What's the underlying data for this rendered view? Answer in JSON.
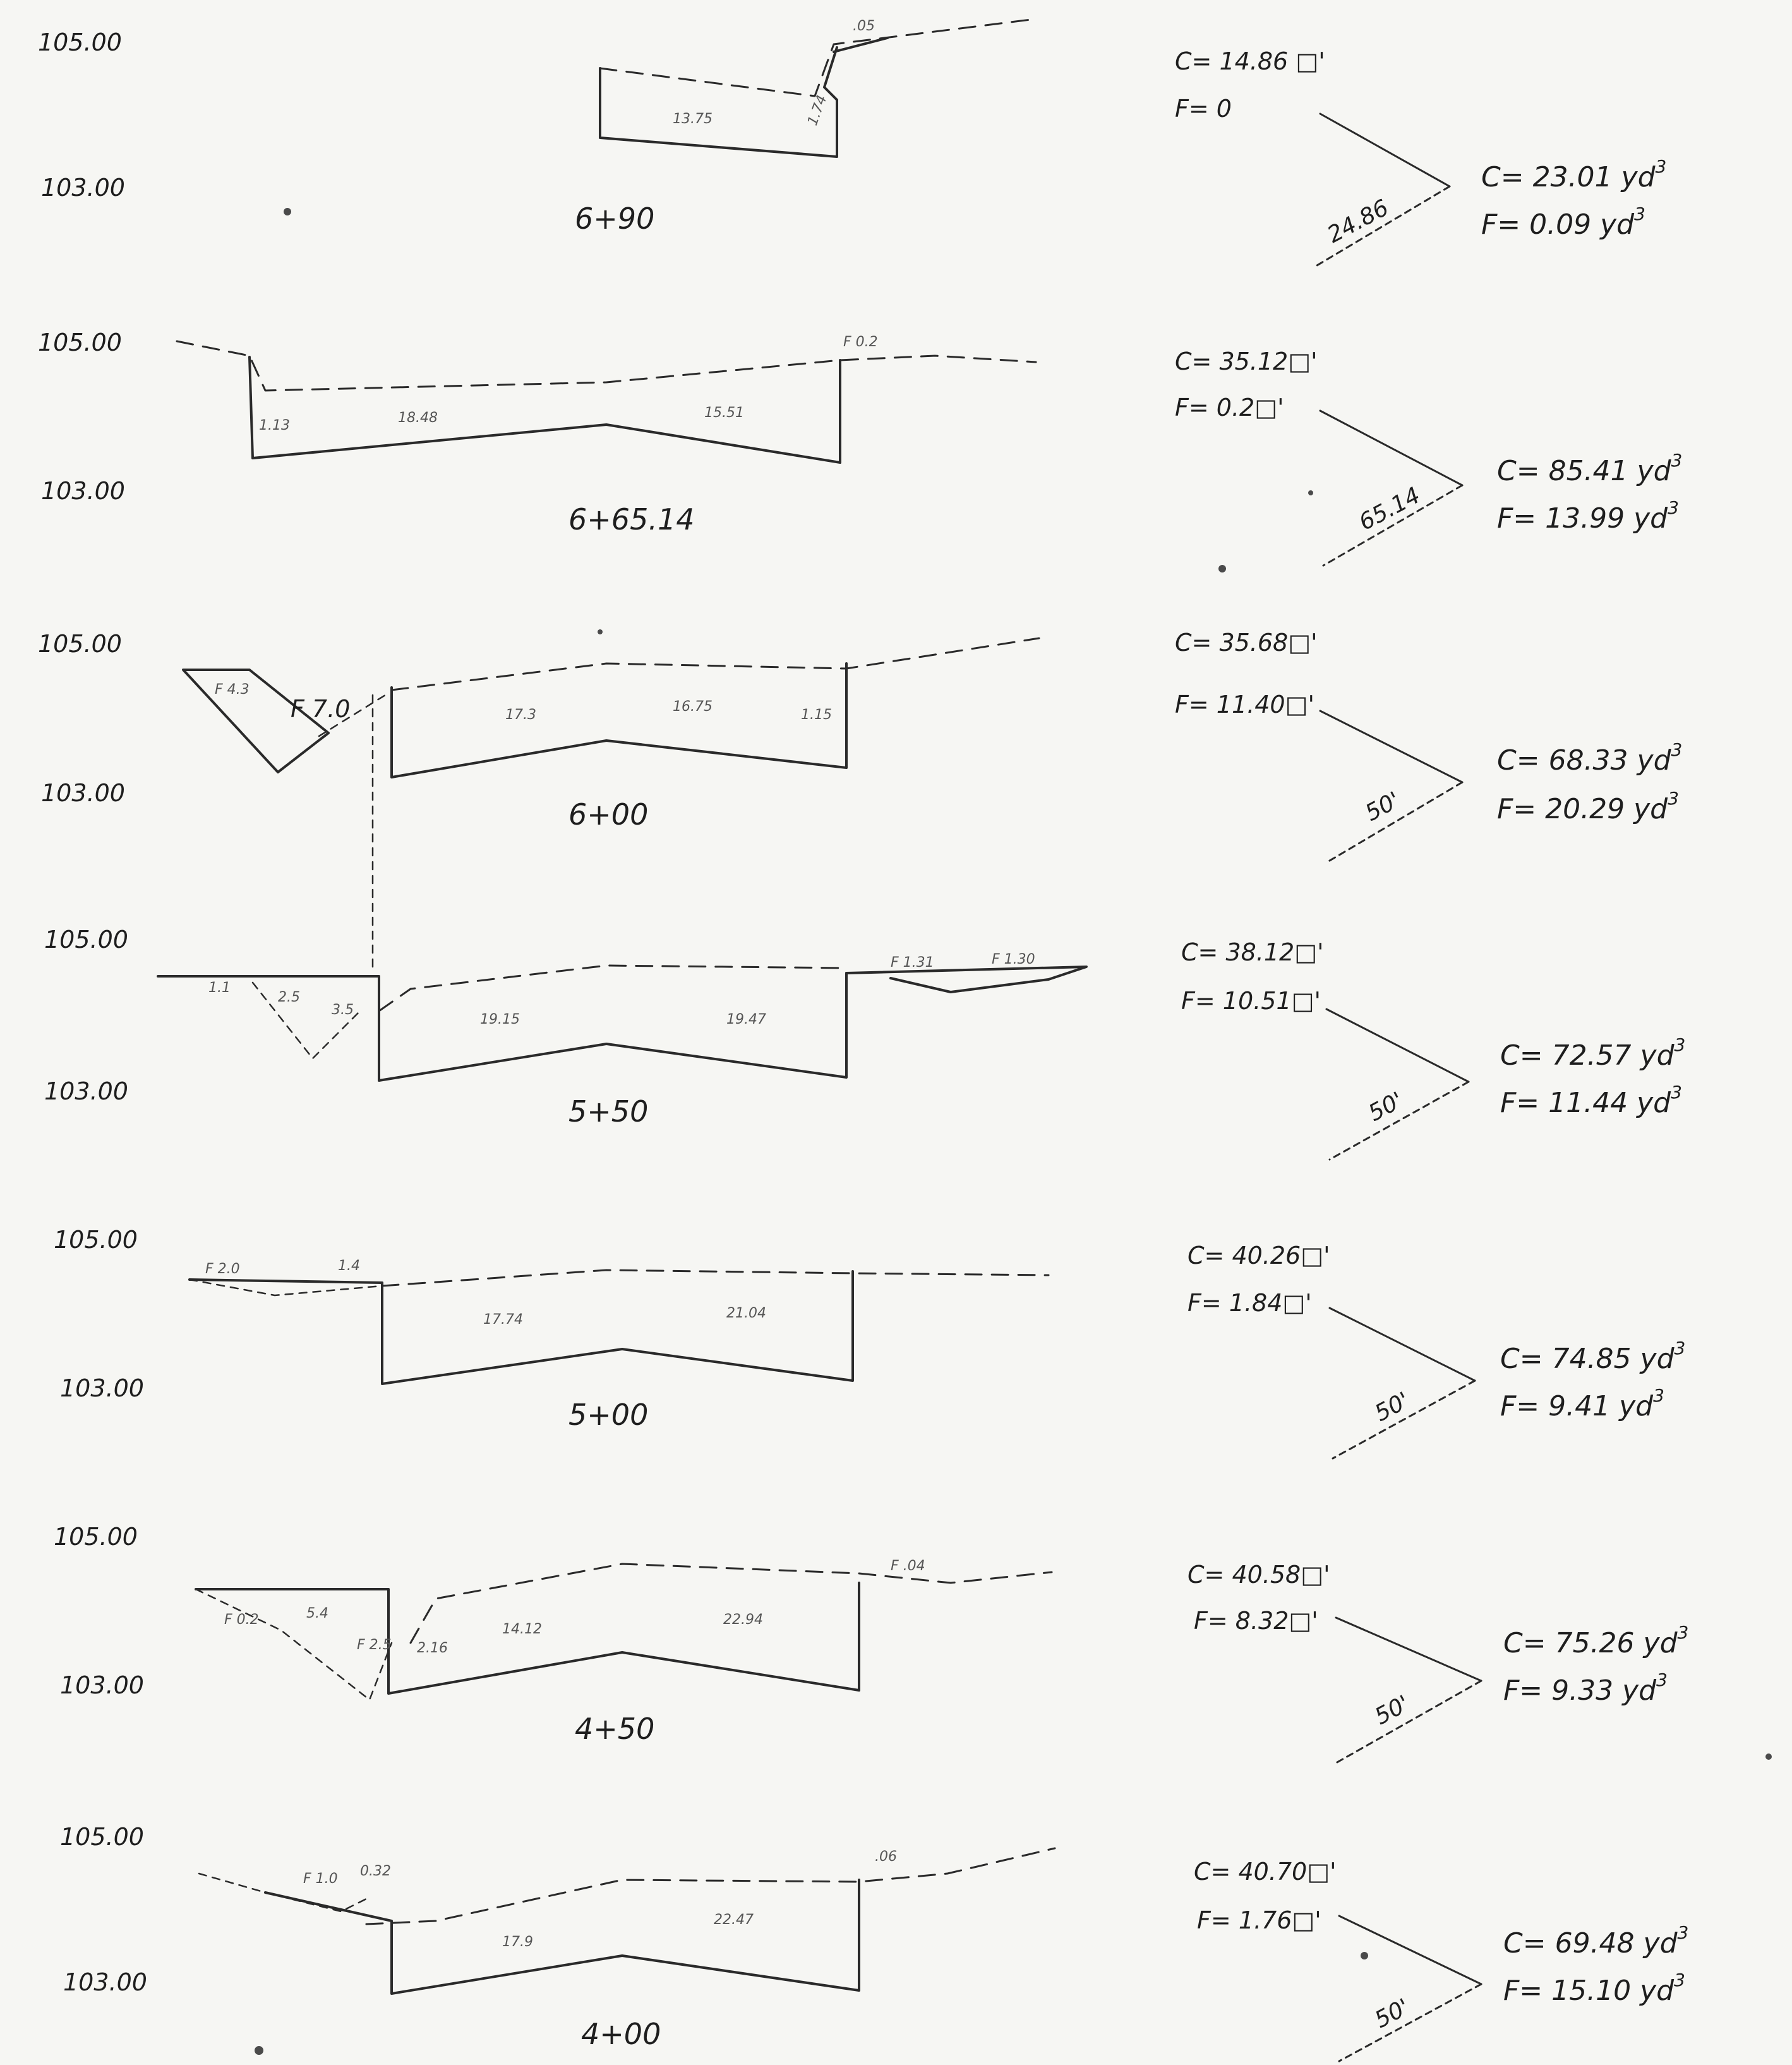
{
  "sections": [
    {
      "elev_top": "105.00",
      "elev_bottom": "103.00",
      "station": "6+90",
      "areas": [
        "13.75",
        "1.74",
        ".05"
      ],
      "cut_area": "C= 14.86 □'",
      "fill_area": "F= 0",
      "distance": "24.86",
      "cut_volume": "C= 23.01 yd",
      "fill_volume": "F= 0.09 yd"
    },
    {
      "elev_top": "105.00",
      "elev_bottom": "103.00",
      "station": "6+65.14",
      "areas": [
        "1.13",
        "18.48",
        "15.51",
        "F 0.2"
      ],
      "cut_area": "C= 35.12□'",
      "fill_area": "F= 0.2□'",
      "distance": "65.14",
      "cut_volume": "C= 85.41 yd",
      "fill_volume": "F= 13.99 yd"
    },
    {
      "elev_top": "105.00",
      "elev_bottom": "103.00",
      "station": "6+00",
      "areas": [
        "F 4.3",
        "F 7.0",
        "17.3",
        "16.75",
        "1.15"
      ],
      "cut_area": "C= 35.68□'",
      "fill_area": "F= 11.40□'",
      "distance": "50'",
      "cut_volume": "C= 68.33 yd",
      "fill_volume": "F= 20.29 yd"
    },
    {
      "elev_top": "105.00",
      "elev_bottom": "103.00",
      "station": "5+50",
      "areas": [
        "1.1",
        "2.5",
        "3.5",
        "19.15",
        "19.47",
        "F 1.31",
        "F 1.30"
      ],
      "cut_area": "C= 38.12□'",
      "fill_area": "F= 10.51□'",
      "distance": "50'",
      "cut_volume": "C= 72.57 yd",
      "fill_volume": "F= 11.44 yd"
    },
    {
      "elev_top": "105.00",
      "elev_bottom": "103.00",
      "station": "5+00",
      "areas": [
        "F 2.0",
        "1.4",
        "17.74",
        "21.04"
      ],
      "cut_area": "C= 40.26□'",
      "fill_area": "F= 1.84□'",
      "distance": "50'",
      "cut_volume": "C= 74.85 yd",
      "fill_volume": "F= 9.41 yd"
    },
    {
      "elev_top": "105.00",
      "elev_bottom": "103.00",
      "station": "4+50",
      "areas": [
        "F 0.2",
        "5.4",
        "F 2.5",
        "2.16",
        "14.12",
        "22.94",
        "F .04"
      ],
      "cut_area": "C= 40.58□'",
      "fill_area": "F= 8.32□'",
      "distance": "50'",
      "cut_volume": "C= 75.26 yd",
      "fill_volume": "F= 9.33 yd"
    },
    {
      "elev_top": "105.00",
      "elev_bottom": "103.00",
      "station": "4+00",
      "areas": [
        "F 1.0",
        "0.32",
        "17.9",
        "22.47",
        ".06"
      ],
      "cut_area": "C= 40.70□'",
      "fill_area": "F= 1.76□'",
      "distance": "50'",
      "cut_volume": "C= 69.48 yd",
      "fill_volume": "F= 15.10 yd"
    }
  ],
  "exponent": "3"
}
